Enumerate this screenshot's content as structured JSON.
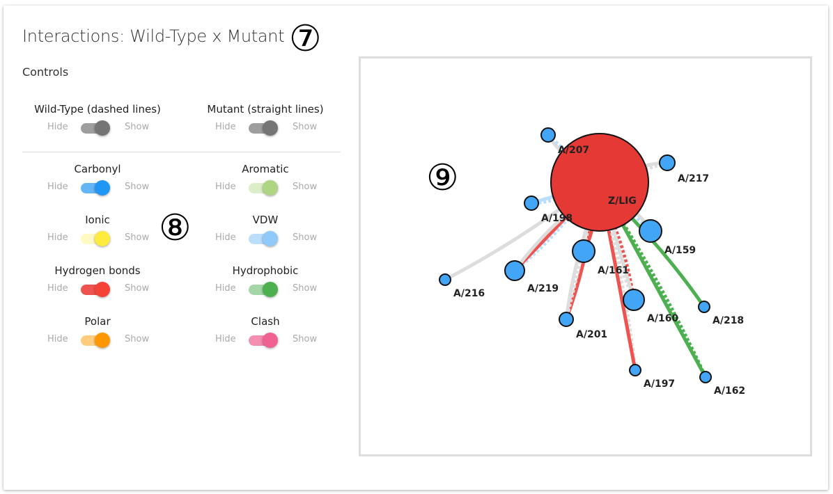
{
  "header": {
    "title": "Interactions: Wild-Type x Mutant",
    "controls_label": "Controls"
  },
  "annotations": {
    "a7": "⑦",
    "a8": "⑧",
    "a9": "⑨"
  },
  "toggle_text": {
    "hide": "Hide",
    "show": "Show"
  },
  "controls": [
    {
      "label": "Wild-Type (dashed lines)",
      "on": true,
      "track": "#9e9e9e",
      "knob": "#757575"
    },
    {
      "label": "Mutant (straight lines)",
      "on": true,
      "track": "#9e9e9e",
      "knob": "#757575"
    },
    {
      "label": "Carbonyl",
      "on": true,
      "track": "#64b5f6",
      "knob": "#2196f3"
    },
    {
      "label": "Aromatic",
      "on": true,
      "track": "#dcedc8",
      "knob": "#aed581"
    },
    {
      "label": "Ionic",
      "on": true,
      "track": "#fff9c4",
      "knob": "#ffeb3b"
    },
    {
      "label": "VDW",
      "on": true,
      "track": "#bbdefb",
      "knob": "#90caf9"
    },
    {
      "label": "Hydrogen bonds",
      "on": true,
      "track": "#ef5350",
      "knob": "#f44336"
    },
    {
      "label": "Hydrophobic",
      "on": true,
      "track": "#a5d6a7",
      "knob": "#4caf50"
    },
    {
      "label": "Polar",
      "on": true,
      "track": "#ffcc80",
      "knob": "#ff9800"
    },
    {
      "label": "Clash",
      "on": true,
      "track": "#f48fb1",
      "knob": "#f06292"
    }
  ],
  "graph": {
    "ligand": {
      "label": "Z/LIG",
      "color": "#e53935"
    },
    "residue_color": "#42a5f5",
    "residues": [
      "A/207",
      "A/217",
      "A/198",
      "A/159",
      "A/161",
      "A/219",
      "A/216",
      "A/201",
      "A/160",
      "A/218",
      "A/197",
      "A/162"
    ],
    "interactions": [
      {
        "to": "A/207",
        "color": "#dddddd",
        "dashed": false
      },
      {
        "to": "A/207",
        "color": "#bbdefb",
        "dashed": true
      },
      {
        "to": "A/217",
        "color": "#dddddd",
        "dashed": false
      },
      {
        "to": "A/217",
        "color": "#dddddd",
        "dashed": true
      },
      {
        "to": "A/198",
        "color": "#bbdefb",
        "dashed": true
      },
      {
        "to": "A/198",
        "color": "#bbdefb",
        "dashed": false
      },
      {
        "to": "A/216",
        "color": "#dddddd",
        "dashed": false
      },
      {
        "to": "A/219",
        "color": "#bbdefb",
        "dashed": true
      },
      {
        "to": "A/219",
        "color": "#ef5350",
        "dashed": false
      },
      {
        "to": "A/219",
        "color": "#dddddd",
        "dashed": false
      },
      {
        "to": "A/161",
        "color": "#ef5350",
        "dashed": false
      },
      {
        "to": "A/201",
        "color": "#ef5350",
        "dashed": false
      },
      {
        "to": "A/201",
        "color": "#dddddd",
        "dashed": true
      },
      {
        "to": "A/201",
        "color": "#dddddd",
        "dashed": false
      },
      {
        "to": "A/197",
        "color": "#dddddd",
        "dashed": true
      },
      {
        "to": "A/197",
        "color": "#ef5350",
        "dashed": false
      },
      {
        "to": "A/160",
        "color": "#ef5350",
        "dashed": true
      },
      {
        "to": "A/160",
        "color": "#dddddd",
        "dashed": false
      },
      {
        "to": "A/160",
        "color": "#dddddd",
        "dashed": true
      },
      {
        "to": "A/159",
        "color": "#dddddd",
        "dashed": false
      },
      {
        "to": "A/159",
        "color": "#bbdefb",
        "dashed": true
      },
      {
        "to": "A/218",
        "color": "#4caf50",
        "dashed": false
      },
      {
        "to": "A/162",
        "color": "#4caf50",
        "dashed": true
      },
      {
        "to": "A/162",
        "color": "#4caf50",
        "dashed": false
      }
    ]
  }
}
